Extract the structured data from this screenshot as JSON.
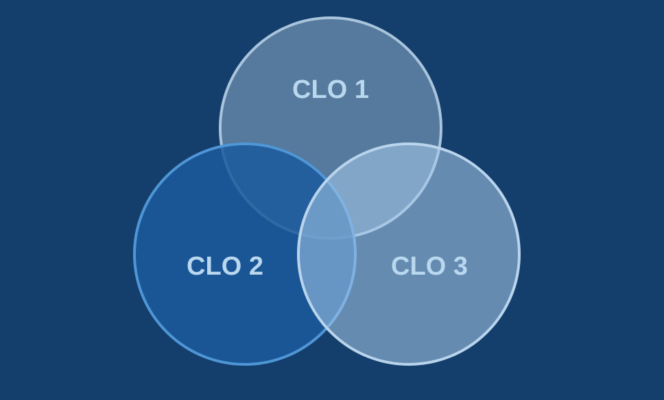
{
  "diagram": {
    "type": "venn",
    "background_color": "#143e6c",
    "circles": [
      {
        "id": "clo-1",
        "label": "CLO 1",
        "fill": "#8aabc6",
        "fill_opacity": 0.55,
        "stroke": "#a9c4dc"
      },
      {
        "id": "clo-2",
        "label": "CLO 2",
        "fill": "#1b5a9c",
        "fill_opacity": 0.85,
        "stroke": "#4f96d6"
      },
      {
        "id": "clo-3",
        "label": "CLO 3",
        "fill": "#a8cbeb",
        "fill_opacity": 0.55,
        "stroke": "#b9d4ec"
      }
    ]
  }
}
